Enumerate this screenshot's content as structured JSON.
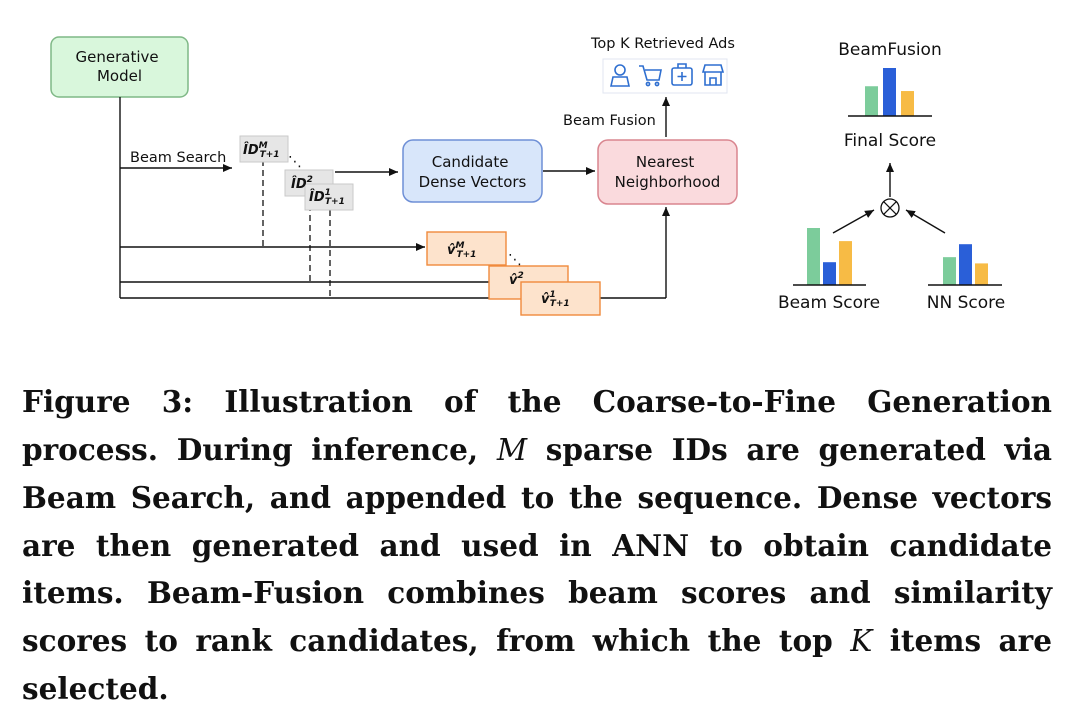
{
  "diagram": {
    "generative_model": "Generative\nModel",
    "beam_search": "Beam Search",
    "id_m": {
      "base": "ÎD",
      "sup": "M",
      "sub": "T+1"
    },
    "id_2": {
      "base": "ÎD",
      "sup": "2"
    },
    "id_1": {
      "base": "ÎD",
      "sup": "1",
      "sub": "T+1"
    },
    "dots": "⋱",
    "candidate_dense_vectors": "Candidate\nDense Vectors",
    "nearest_neighborhood": "Nearest\nNeighborhood",
    "beam_fusion": "Beam Fusion",
    "top_k_retrieved_ads": "Top K Retrieved Ads",
    "v_m": {
      "base": "v̂",
      "sup": "M",
      "sub": "T+1"
    },
    "v_2": {
      "base": "v̂",
      "sup": "2"
    },
    "v_1": {
      "base": "v̂",
      "sup": "1",
      "sub": "T+1"
    },
    "beamfusion_title": "BeamFusion",
    "final_score": "Final Score",
    "beam_score": "Beam Score",
    "nn_score": "NN Score",
    "otimes": "⊗",
    "icons": [
      "person-icon",
      "cart-icon",
      "medical-bag-icon",
      "store-icon"
    ]
  },
  "bar_colors": {
    "green": "#7ccc9b",
    "blue": "#2a5fd8",
    "orange": "#f7bb45"
  },
  "score_levels": {
    "final_score": [
      0.62,
      1.0,
      0.52
    ],
    "beam_score": [
      1.0,
      0.4,
      0.77
    ],
    "nn_score": [
      0.58,
      0.85,
      0.45
    ]
  },
  "caption": {
    "figure_label": "Figure 3:",
    "text_1": "Illustration of the Coarse-to-Fine Generation process. During inference,",
    "m_symbol": "M",
    "text_2": "sparse IDs are generated via Beam Search, and appended to the sequence. Dense vectors are then generated and used in ANN to obtain candidate items. Beam-Fusion combines beam scores and similarity scores to rank candidates, from which the top",
    "k_symbol": "K",
    "text_3": "items are selected."
  }
}
